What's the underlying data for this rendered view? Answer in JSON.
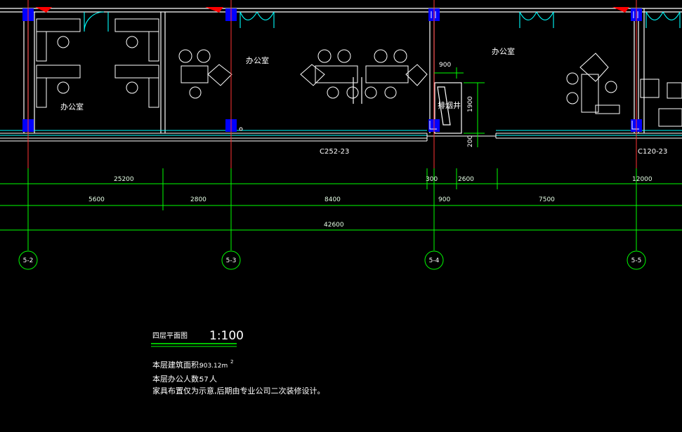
{
  "rooms": {
    "office_label": "办公室",
    "shaft_label": "排烟井"
  },
  "window_tags": {
    "left": "C252-23",
    "right": "C120-23"
  },
  "shaft_dims": {
    "width": "900",
    "height": "1900",
    "gap": "200"
  },
  "dimensions": {
    "row1": [
      "25200",
      "300",
      "2600",
      "12000"
    ],
    "row2": [
      "5600",
      "2800",
      "8400",
      "900",
      "7500"
    ],
    "row3": [
      "42600"
    ]
  },
  "axes": [
    "5-2",
    "5-3",
    "5-4",
    "5-5"
  ],
  "title_block": {
    "plan_name": "四层平面图",
    "scale": "1:100",
    "area_label": "本层建筑面积:",
    "area_value": "903.12m",
    "area_unit_sup": "2",
    "people_label": "本层办公人数:",
    "people_value": "57",
    "people_unit": "人",
    "note": "家具布置仅为示意,后期由专业公司二次装修设计。"
  },
  "colors": {
    "background": "#000000",
    "wall": "#ffffff",
    "dimension": "#00ff00",
    "column": "#0000ff",
    "window": "#00ffff",
    "accent": "#ff0000"
  }
}
